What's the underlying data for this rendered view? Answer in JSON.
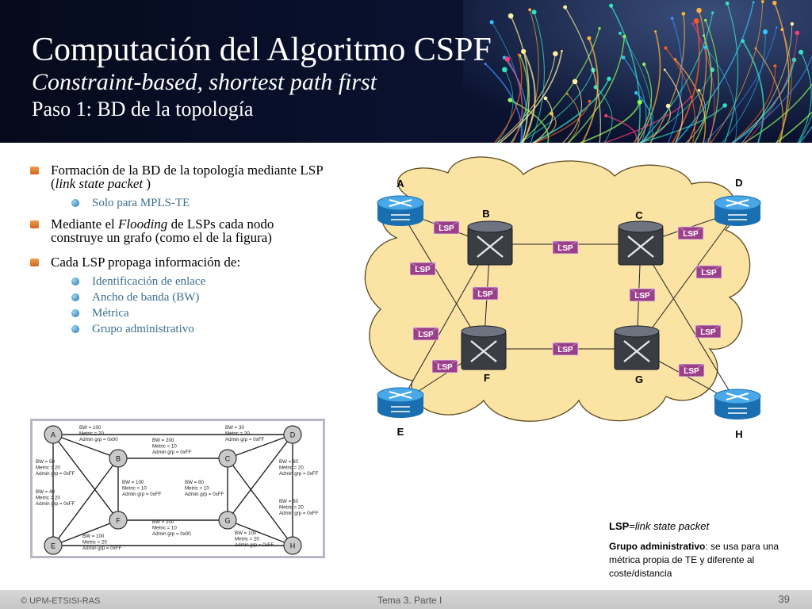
{
  "header": {
    "title": "Computación del Algoritmo CSPF",
    "subtitle": "Constraint-based, shortest path first",
    "step": "Paso 1: BD de la topología"
  },
  "bullets": [
    {
      "text_line1": "Formación de la BD de la topología mediante LSP",
      "text_line2_prefix": "(",
      "text_line2_em": "link state packet",
      "text_line2_suffix": " )",
      "sub": [
        "Solo para MPLS-TE"
      ]
    },
    {
      "text_prefix": "Mediante el ",
      "text_em": "Flooding",
      "text_line1_rest": "  de LSPs cada nodo",
      "text_line2": "construye un grafo (como el de la figura)",
      "sub": []
    },
    {
      "text": "Cada LSP propaga información de:",
      "sub": [
        "Identificación de enlace",
        "Ancho de banda (BW)",
        "Métrica",
        "Grupo administrativo"
      ]
    }
  ],
  "network": {
    "nodes": [
      {
        "id": "A",
        "label": "A",
        "kind": "router"
      },
      {
        "id": "B",
        "label": "B",
        "kind": "switch"
      },
      {
        "id": "C",
        "label": "C",
        "kind": "switch"
      },
      {
        "id": "D",
        "label": "D",
        "kind": "router"
      },
      {
        "id": "E",
        "label": "E",
        "kind": "router"
      },
      {
        "id": "F",
        "label": "F",
        "kind": "switch"
      },
      {
        "id": "G",
        "label": "G",
        "kind": "switch"
      },
      {
        "id": "H",
        "label": "H",
        "kind": "router"
      }
    ],
    "lsp_label": "LSP",
    "colors": {
      "cloud": "#fbe3a4",
      "cloud_border": "#5b4a1c",
      "lsp_badge": "#9b3f8a",
      "router": "#2a8ad0",
      "switch": "#3a3d44"
    }
  },
  "inset": {
    "nodes": [
      "A",
      "B",
      "C",
      "D",
      "E",
      "F",
      "G",
      "H"
    ],
    "labels": [
      {
        "lines": [
          "BW = 100",
          "Metric = 20",
          "Admin grp = 0x00"
        ]
      },
      {
        "lines": [
          "BW = 30",
          "Metric = 20",
          "Admin grp = 0xFF"
        ]
      },
      {
        "lines": [
          "BW = 200",
          "Metric = 10",
          "Admin grp = 0xFF"
        ]
      },
      {
        "lines": [
          "BW = 50",
          "Metric = 20",
          "Admin grp = 0xFF"
        ]
      },
      {
        "lines": [
          "BW = 60",
          "Metric = 20",
          "Admin grp = 0xFF"
        ]
      },
      {
        "lines": [
          "BW = 100",
          "Metric = 10",
          "Admin grp = 0xFF"
        ]
      },
      {
        "lines": [
          "BW = 80",
          "Metric = 10",
          "Admin grp = 0xFF"
        ]
      },
      {
        "lines": [
          "BW = 40",
          "Metric = 20",
          "Admin grp = 0xFF"
        ]
      },
      {
        "lines": [
          "BW = 50",
          "Metric = 20",
          "Admin grp = 0xFF"
        ]
      },
      {
        "lines": [
          "BW = 200",
          "Metric = 10",
          "Admin grp = 0x00"
        ]
      },
      {
        "lines": [
          "BW = 100",
          "Metric = 20",
          "Admin grp = 0xFF"
        ]
      },
      {
        "lines": [
          "BW = 100",
          "Metric = 20",
          "Admin grp = 0xFF"
        ]
      }
    ]
  },
  "legend": {
    "lsp_bold": "LSP",
    "lsp_eq": "=",
    "lsp_em": "link state packet",
    "grp_bold": "Grupo administrativo",
    "grp_rest": ":  se usa para una métrica propia de TE y diferente al coste/distancia"
  },
  "footer": {
    "left": "© UPM-ETSISI-RAS",
    "center": "Tema 3. Parte I",
    "page": "39"
  }
}
